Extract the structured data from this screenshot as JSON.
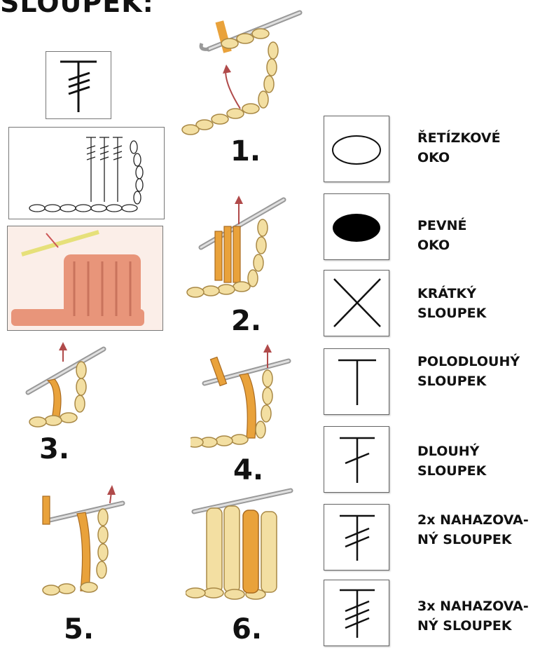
{
  "title": "SLOUPEK:",
  "steps": [
    "1.",
    "2.",
    "3.",
    "4.",
    "5.",
    "6."
  ],
  "legend": [
    {
      "line1": "ŘETÍZKOVÉ",
      "line2": "OKO",
      "icon": "chain-stitch-oval-icon"
    },
    {
      "line1": "PEVNÉ",
      "line2": "OKO",
      "icon": "slip-stitch-filled-oval-icon"
    },
    {
      "line1": "KRÁTKÝ",
      "line2": "SLOUPEK",
      "icon": "single-crochet-x-icon"
    },
    {
      "line1": "POLODLOUHÝ",
      "line2": "SLOUPEK",
      "icon": "half-double-crochet-t-icon"
    },
    {
      "line1": "DLOUHÝ",
      "line2": "SLOUPEK",
      "icon": "double-crochet-icon"
    },
    {
      "line1": "2x NAHAZOVA-",
      "line2": "NÝ SLOUPEK",
      "icon": "treble-crochet-icon"
    },
    {
      "line1": "3x NAHAZOVA-",
      "line2": "NÝ SLOUPEK",
      "icon": "double-treble-crochet-icon"
    }
  ],
  "colors": {
    "yarn_light": "#f3dfa2",
    "yarn_orange": "#e9a23b",
    "yarn_outline": "#a88845",
    "hook": "#d8d8d8",
    "arrow": "#b04a4a",
    "swatch": "#e8957a"
  }
}
